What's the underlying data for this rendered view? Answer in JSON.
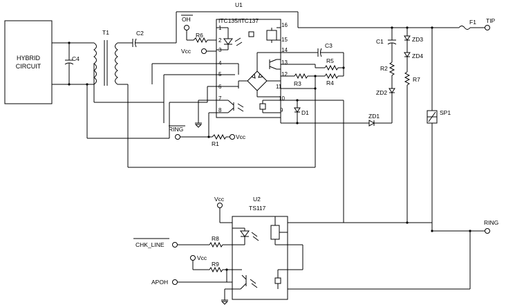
{
  "blocks": {
    "hybrid": {
      "line1": "HYBRID",
      "line2": "CIRCUIT"
    },
    "u1": {
      "ref": "U1",
      "part": "ITC135/ITC137"
    },
    "u2": {
      "ref": "U2",
      "part": "TS117"
    }
  },
  "u1_pins": {
    "p1": "1",
    "p2": "2",
    "p3": "3",
    "p4": "4",
    "p5": "5",
    "p6": "6",
    "p7": "7",
    "p8": "8",
    "p9": "9",
    "p10": "10",
    "p11": "11",
    "p12": "12",
    "p13": "13",
    "p14": "14",
    "p15": "15",
    "p16": "16"
  },
  "components": {
    "T1": "T1",
    "C2": "C2",
    "C4": "C4",
    "R6": "R6",
    "C3": "C3",
    "R5": "R5",
    "R3": "R3",
    "R4": "R4",
    "C1": "C1",
    "R2": "R2",
    "R7": "R7",
    "ZD3": "ZD3",
    "ZD4": "ZD4",
    "ZD2": "ZD2",
    "ZD1": "ZD1",
    "D1": "D1",
    "F1": "F1",
    "SP1": "SP1",
    "R1": "R1",
    "R8": "R8",
    "R9": "R9"
  },
  "signals": {
    "oh": "OH",
    "vcc": "Vcc",
    "ring_in": "RING",
    "tip": "TIP",
    "ring_out": "RING",
    "chk_line": "CHK_LINE",
    "apoh": "APOH"
  }
}
